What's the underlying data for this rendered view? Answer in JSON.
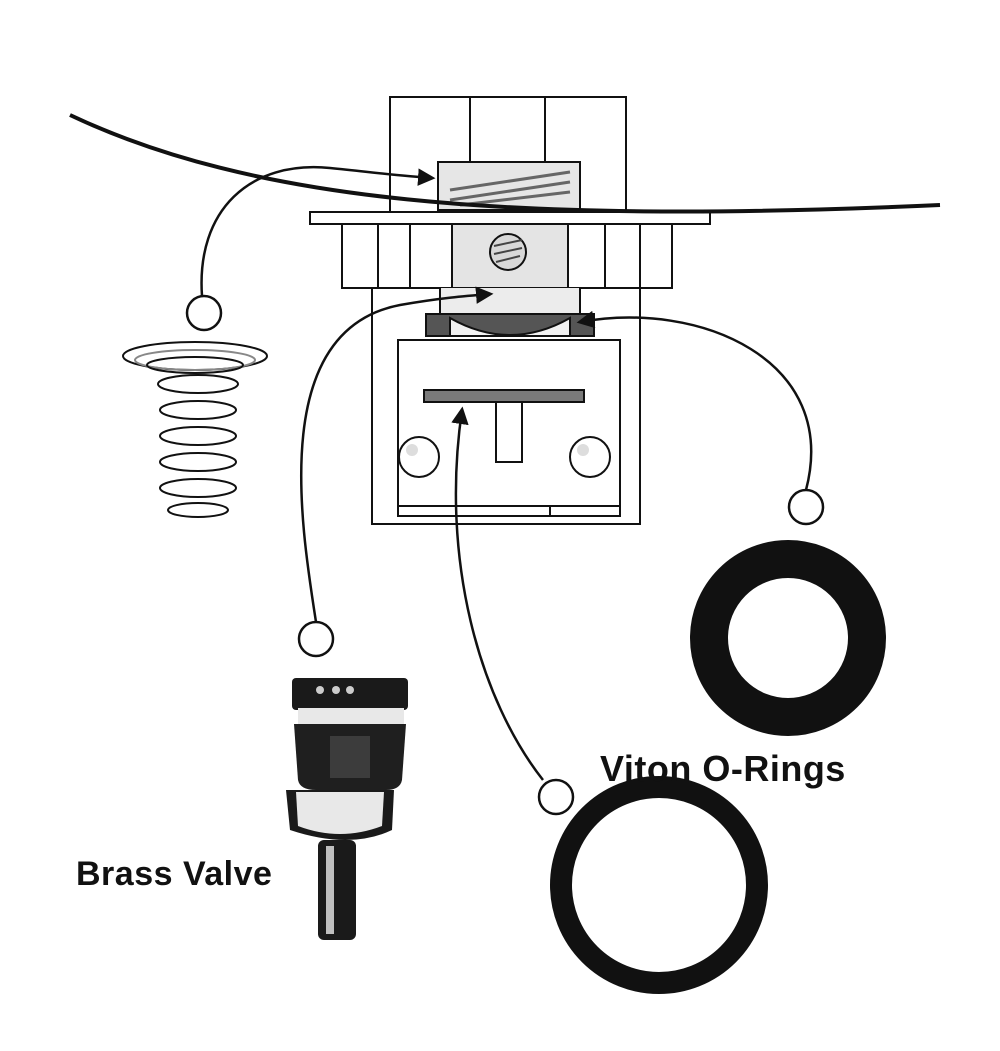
{
  "labels": {
    "brass_valve": "Brass Valve",
    "viton_orings": "Viton O-Rings"
  },
  "components": [
    {
      "name": "spring",
      "callout": "open-circle"
    },
    {
      "name": "brass-valve",
      "callout": "open-circle"
    },
    {
      "name": "viton-o-ring-small",
      "callout": "open-circle"
    },
    {
      "name": "viton-o-ring-large",
      "callout": "open-circle"
    }
  ],
  "colors": {
    "ink": "#111111",
    "gray": "#8a8a8a",
    "light_gray": "#d0d0d0",
    "background": "#ffffff"
  }
}
